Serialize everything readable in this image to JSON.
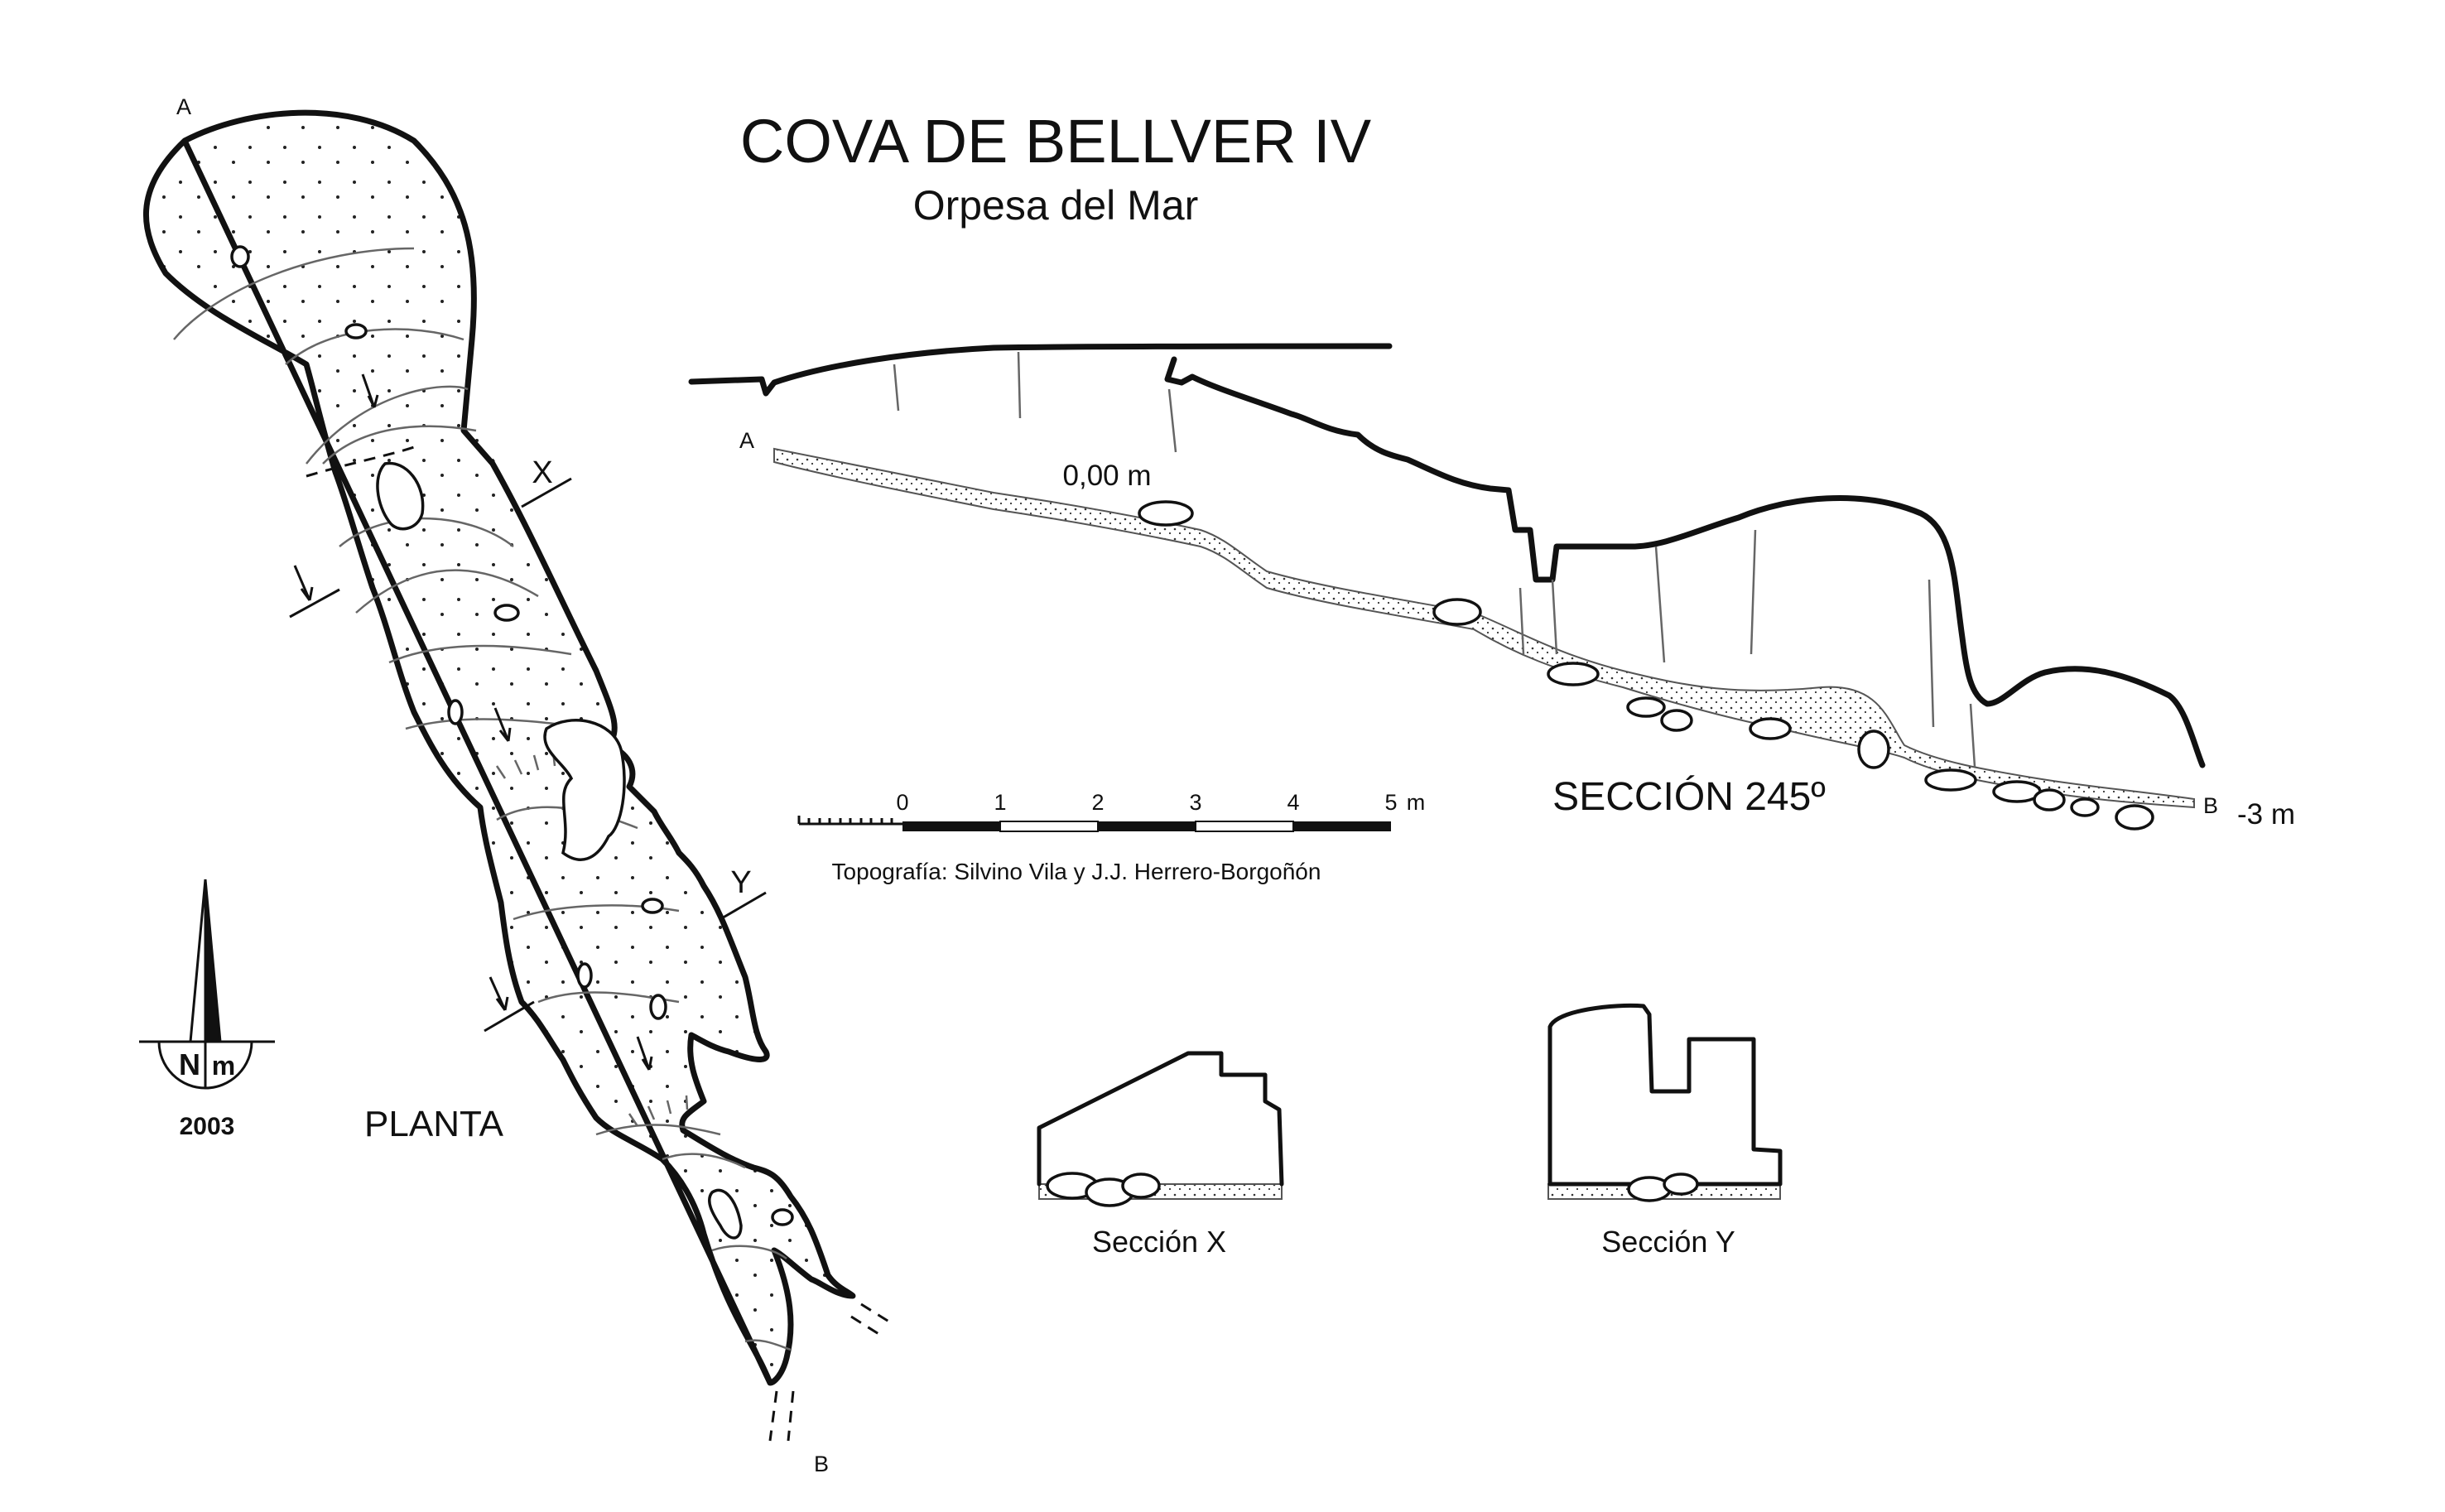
{
  "title": "COVA DE BELLVER IV",
  "subtitle": "Orpesa del Mar",
  "plan_label": "PLANTA",
  "section_label": "SECCIÓN 245º",
  "section_x_label": "Sección X",
  "section_y_label": "Sección Y",
  "credit": "Topografía: Silvino Vila y J.J. Herrero-Borgoñón",
  "datum_label": "0,00 m",
  "depth_label": "-3 m",
  "point_labels": {
    "a": "A",
    "b": "B",
    "x": "X",
    "y": "Y"
  },
  "scale": {
    "ticks": [
      "0",
      "1",
      "2",
      "3",
      "4",
      "5"
    ],
    "unit": "m",
    "length_m": 5
  },
  "north_arrow": {
    "n": "N",
    "m": "m",
    "year": "2003"
  }
}
